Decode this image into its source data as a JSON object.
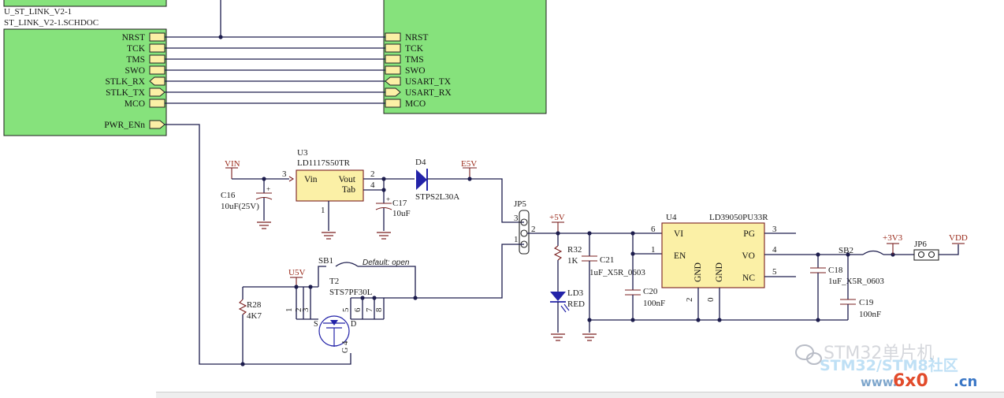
{
  "sheet_labels": {
    "designator": "U_ST_LINK_V2-1",
    "filename": "ST_LINK_V2-1.SCHDOC"
  },
  "left_ports": [
    "NRST",
    "TCK",
    "TMS",
    "SWO",
    "STLK_RX",
    "STLK_TX",
    "MCO"
  ],
  "left_pwr_port": "PWR_ENn",
  "right_ports": [
    "NRST",
    "TCK",
    "TMS",
    "SWO",
    "USART_TX",
    "USART_RX",
    "MCO"
  ],
  "u3": {
    "ref": "U3",
    "part": "LD1117S50TR",
    "vin": "Vin",
    "vout": "Vout",
    "tab": "Tab",
    "pin3": "3",
    "pin2": "2",
    "pin4": "4",
    "pin1": "1"
  },
  "c16": {
    "ref": "C16",
    "value": "10uF(25V)"
  },
  "c17": {
    "ref": "C17",
    "value": "10uF"
  },
  "d4": {
    "ref": "D4",
    "part": "STPS2L30A"
  },
  "jp5": {
    "ref": "JP5",
    "p3": "3",
    "p2": "2",
    "p1": "1"
  },
  "u4": {
    "ref": "U4",
    "part": "LD39050PU33R",
    "vi": "VI",
    "pg": "PG",
    "en": "EN",
    "vo": "VO",
    "nc": "NC",
    "gnd": "GND",
    "pin6": "6",
    "pin1": "1",
    "pin3": "3",
    "pin4": "4",
    "pin5": "5",
    "pin2": "2",
    "pin0": "0"
  },
  "r32": {
    "ref": "R32",
    "value": "1K"
  },
  "ld3": {
    "ref": "LD3",
    "color": "RED"
  },
  "c21": {
    "ref": "C21",
    "value": "1uF_X5R_0603"
  },
  "c20": {
    "ref": "C20",
    "value": "100nF"
  },
  "c18": {
    "ref": "C18",
    "value": "1uF_X5R_0603"
  },
  "c19": {
    "ref": "C19",
    "value": "100nF"
  },
  "sb1": {
    "ref": "SB1",
    "note": "Default: open"
  },
  "sb2": {
    "ref": "SB2"
  },
  "jp6": {
    "ref": "JP6"
  },
  "t2": {
    "ref": "T2",
    "part": "STS7PF30L",
    "pins": [
      "1",
      "2",
      "3",
      "5",
      "6",
      "7",
      "8"
    ],
    "pin4": "4",
    "s": "S",
    "d": "D",
    "g": "G"
  },
  "r28": {
    "ref": "R28",
    "value": "4K7"
  },
  "power": {
    "vin": "VIN",
    "e5v": "E5V",
    "p5v": "+5V",
    "u5v": "U5V",
    "p3v3": "+3V3",
    "vdd": "VDD"
  },
  "watermark": {
    "text": "STM32单片机",
    "site": "www.",
    "domain": "6x0",
    "tld": ".cn",
    "faded": "STM32/STM8社区"
  }
}
